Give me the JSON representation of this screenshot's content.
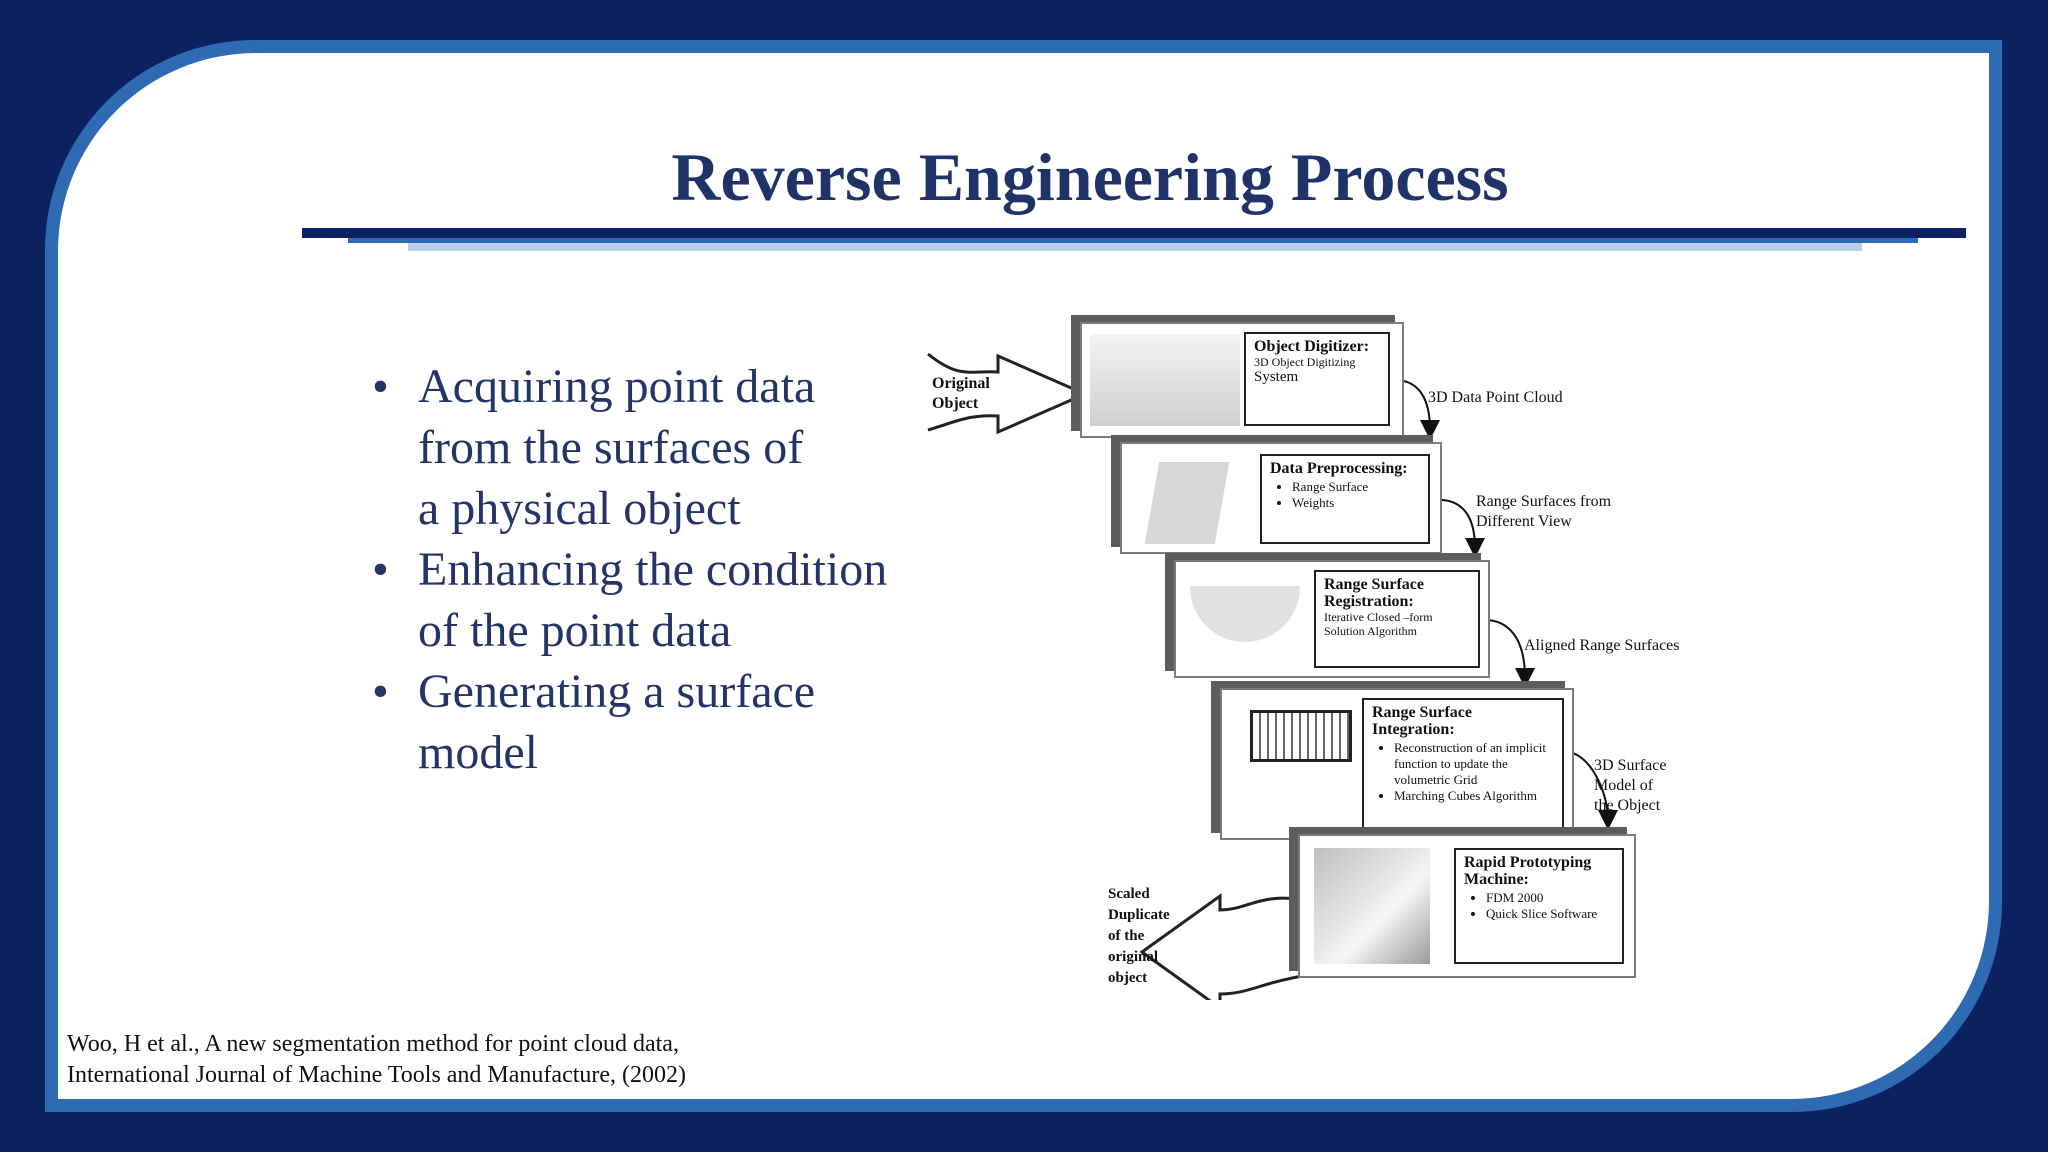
{
  "slide": {
    "title": "Reverse Engineering Process",
    "bullets": [
      {
        "text": "Acquiring point data\n from the surfaces of\n a physical object"
      },
      {
        "text": "Enhancing the condition\n of the point data"
      },
      {
        "text": "Generating a surface\n model"
      }
    ],
    "citation": "Woo,  H et al., A new segmentation method for point cloud data,\nInternational Journal of Machine Tools and Manufacture, (2002)",
    "colors": {
      "navy": "#0b2160",
      "accent_blue": "#2f6bb3",
      "title_text": "#1f3368"
    }
  },
  "figure": {
    "input_label": "Original\nObject",
    "output_label": "Scaled\nDuplicate\nof the\noriginal\nobject",
    "stages": [
      {
        "heading": "Object Digitizer:",
        "lines": [
          "3D Object Digitizing",
          "System"
        ],
        "items": []
      },
      {
        "heading": "Data Preprocessing:",
        "lines": [],
        "items": [
          "Range Surface",
          "Weights"
        ]
      },
      {
        "heading": "Range Surface\nRegistration:",
        "lines": [
          "Iterative Closed –form",
          "Solution Algorithm"
        ],
        "items": []
      },
      {
        "heading": "Range Surface\nIntegration:",
        "lines": [],
        "items": [
          "Reconstruction of an implicit function to update the volumetric Grid",
          "Marching Cubes Algorithm"
        ]
      },
      {
        "heading": "Rapid Prototyping\nMachine:",
        "lines": [],
        "items": [
          "FDM 2000",
          "Quick Slice Software"
        ]
      }
    ],
    "transitions": [
      "3D Data Point Cloud",
      "Range Surfaces from\nDifferent View",
      "Aligned Range Surfaces",
      "3D Surface Model of\nthe Object"
    ]
  }
}
